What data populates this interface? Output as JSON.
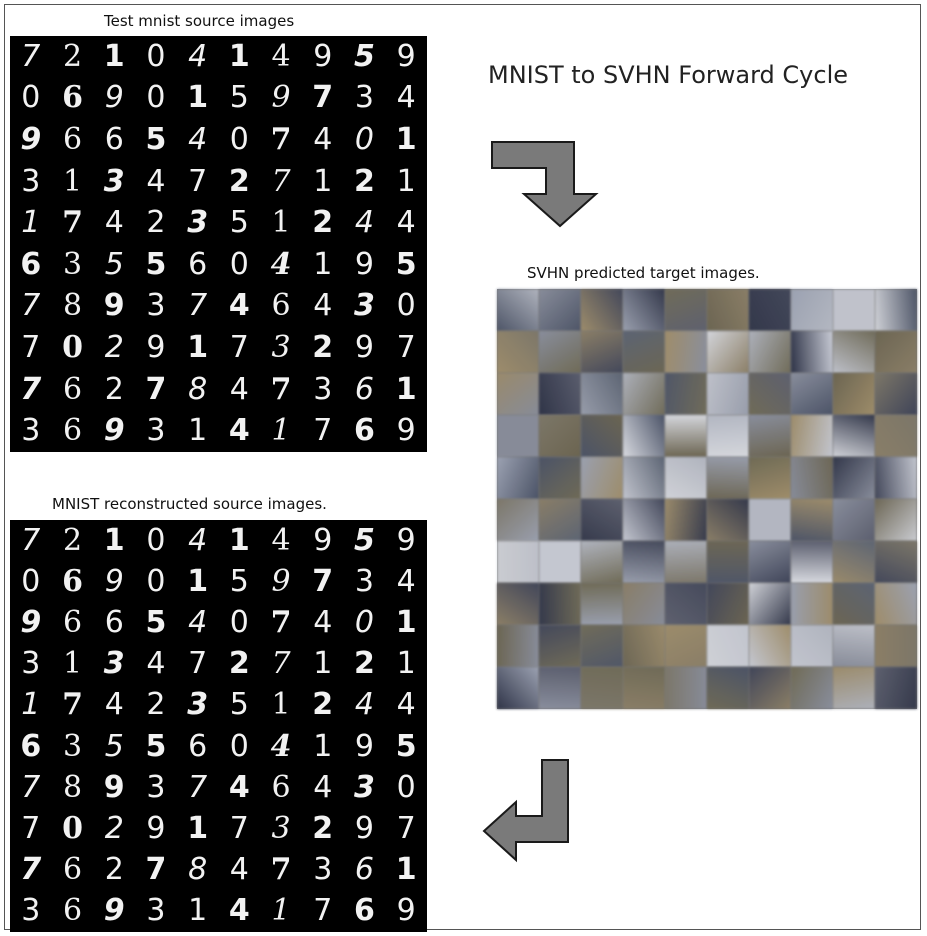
{
  "captions": {
    "source": "Test mnist source images",
    "title": "MNIST to SVHN Forward Cycle",
    "svhn": "SVHN predicted target images.",
    "reconstructed": "MNIST reconstructed source images."
  },
  "source_digits": [
    [
      "7",
      "2",
      "1",
      "0",
      "4",
      "1",
      "4",
      "9",
      "5",
      "9"
    ],
    [
      "0",
      "6",
      "9",
      "0",
      "1",
      "5",
      "9",
      "7",
      "3",
      "4"
    ],
    [
      "9",
      "6",
      "6",
      "5",
      "4",
      "0",
      "7",
      "4",
      "0",
      "1"
    ],
    [
      "3",
      "1",
      "3",
      "4",
      "7",
      "2",
      "7",
      "1",
      "2",
      "1"
    ],
    [
      "1",
      "7",
      "4",
      "2",
      "3",
      "5",
      "1",
      "2",
      "4",
      "4"
    ],
    [
      "6",
      "3",
      "5",
      "5",
      "6",
      "0",
      "4",
      "1",
      "9",
      "5"
    ],
    [
      "7",
      "8",
      "9",
      "3",
      "7",
      "4",
      "6",
      "4",
      "3",
      "0"
    ],
    [
      "7",
      "0",
      "2",
      "9",
      "1",
      "7",
      "3",
      "2",
      "9",
      "7"
    ],
    [
      "7",
      "6",
      "2",
      "7",
      "8",
      "4",
      "7",
      "3",
      "6",
      "1"
    ],
    [
      "3",
      "6",
      "9",
      "3",
      "1",
      "4",
      "1",
      "7",
      "6",
      "9"
    ]
  ],
  "reconstructed_digits": [
    [
      "7",
      "2",
      "1",
      "0",
      "4",
      "1",
      "4",
      "9",
      "5",
      "9"
    ],
    [
      "0",
      "6",
      "9",
      "0",
      "1",
      "5",
      "9",
      "7",
      "3",
      "4"
    ],
    [
      "9",
      "6",
      "6",
      "5",
      "4",
      "0",
      "7",
      "4",
      "0",
      "1"
    ],
    [
      "3",
      "1",
      "3",
      "4",
      "7",
      "2",
      "7",
      "1",
      "2",
      "1"
    ],
    [
      "1",
      "7",
      "4",
      "2",
      "3",
      "5",
      "1",
      "2",
      "4",
      "4"
    ],
    [
      "6",
      "3",
      "5",
      "5",
      "6",
      "0",
      "4",
      "1",
      "9",
      "5"
    ],
    [
      "7",
      "8",
      "9",
      "3",
      "7",
      "4",
      "6",
      "4",
      "3",
      "0"
    ],
    [
      "7",
      "0",
      "2",
      "9",
      "1",
      "7",
      "3",
      "2",
      "9",
      "7"
    ],
    [
      "7",
      "6",
      "2",
      "7",
      "8",
      "4",
      "7",
      "3",
      "6",
      "1"
    ],
    [
      "3",
      "6",
      "9",
      "3",
      "1",
      "4",
      "1",
      "7",
      "6",
      "9"
    ]
  ],
  "colors": {
    "arrow_fill": "#7a7a7a",
    "arrow_stroke": "#1a1a1a",
    "svhn_palette": [
      "#6f6a55",
      "#8a8f9e",
      "#5b5e6e",
      "#9da3b3",
      "#3f4458",
      "#c9ccd6",
      "#6b6450",
      "#4a5266",
      "#b5b9c4",
      "#7d7768",
      "#2e3347",
      "#a08e6a",
      "#596273",
      "#d8dae0",
      "#8c7f66"
    ],
    "svhn_ink": [
      "#1f2a55",
      "#e8ebf2",
      "#2b3560",
      "#f0f0f0",
      "#243062"
    ]
  }
}
